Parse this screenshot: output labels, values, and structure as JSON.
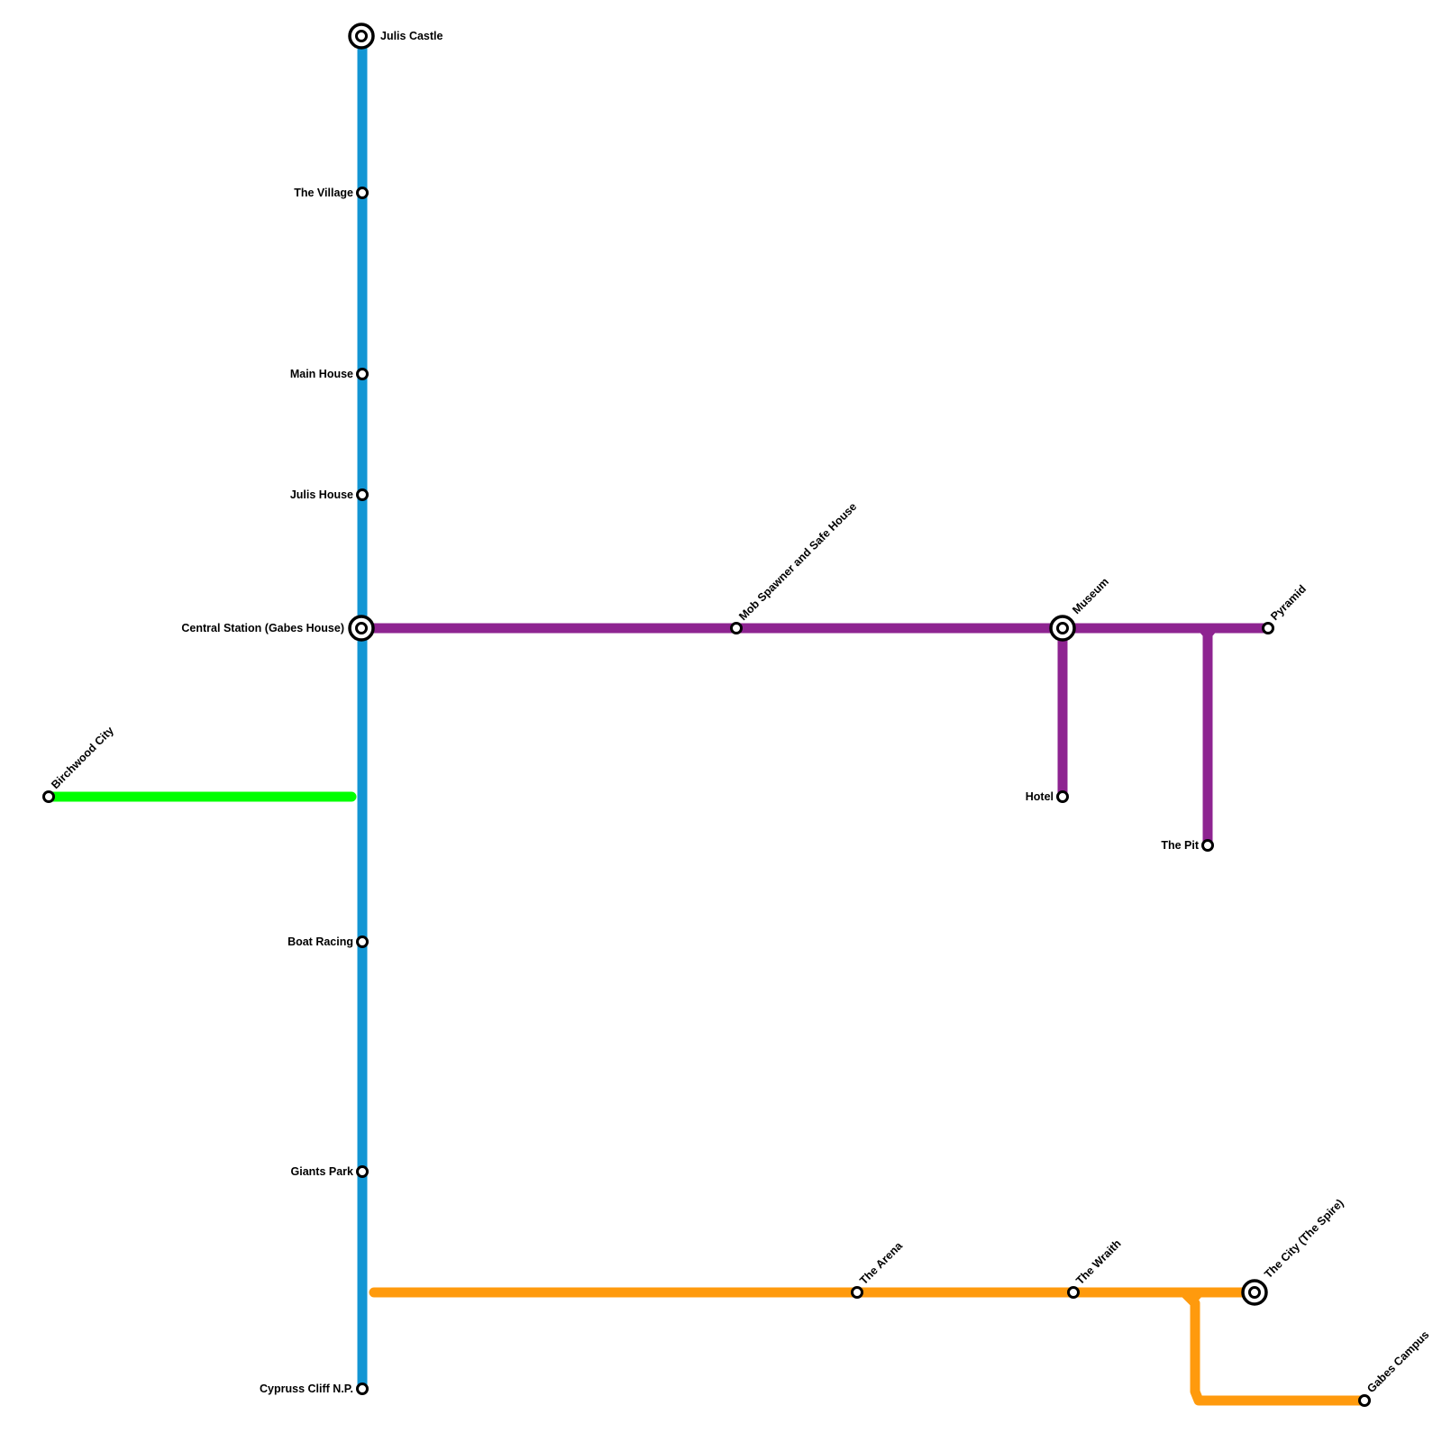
{
  "lines": {
    "blue": {
      "color": "#1296d4"
    },
    "purple": {
      "color": "#8e2491"
    },
    "green": {
      "color": "#00ff00"
    },
    "orange": {
      "color": "#ff9a0d"
    }
  },
  "stations": {
    "julis_castle": {
      "name": "Julis Castle",
      "interchange": true
    },
    "the_village": {
      "name": "The Village"
    },
    "main_house": {
      "name": "Main House"
    },
    "julis_house": {
      "name": "Julis House"
    },
    "central_station": {
      "name": "Central Station (Gabes House)",
      "interchange": true
    },
    "birchwood_city": {
      "name": "Birchwood City"
    },
    "boat_racing": {
      "name": "Boat Racing"
    },
    "giants_park": {
      "name": "Giants Park"
    },
    "cypruss_cliff": {
      "name": "Cypruss Cliff N.P."
    },
    "mob_spawner": {
      "name": "Mob Spawner and Safe House"
    },
    "museum": {
      "name": "Museum",
      "interchange": true
    },
    "pyramid": {
      "name": "Pyramid"
    },
    "hotel": {
      "name": "Hotel"
    },
    "the_pit": {
      "name": "The Pit"
    },
    "the_arena": {
      "name": "The Arena"
    },
    "the_wraith": {
      "name": "The Wraith"
    },
    "the_city": {
      "name": "The City (The Spire)",
      "interchange": true
    },
    "gabes_campus": {
      "name": "Gabes Campus"
    }
  }
}
